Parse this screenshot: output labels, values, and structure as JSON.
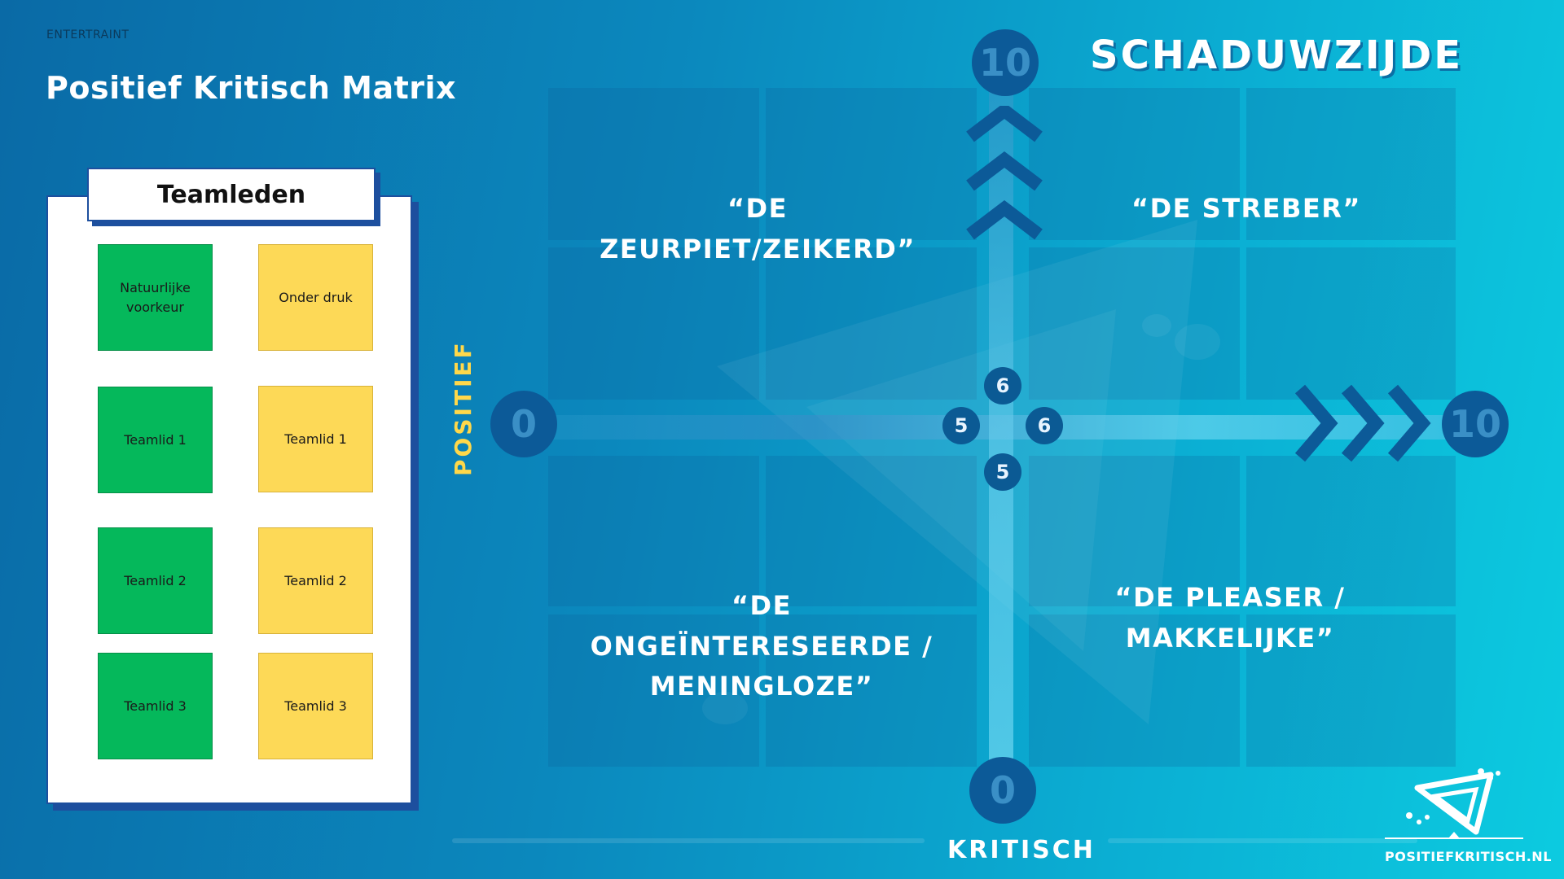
{
  "brand": "ENTERTRAINT",
  "title": "Positief Kritisch Matrix",
  "board": {
    "heading": "Teamleden",
    "notes": [
      {
        "label": "Natuurlijke voorkeur",
        "color": "#05b85b"
      },
      {
        "label": "Onder druk",
        "color": "#fdd957"
      },
      {
        "label": "Teamlid 1",
        "color": "#05b85b"
      },
      {
        "label": "Teamlid 1",
        "color": "#fdd957"
      },
      {
        "label": "Teamlid 2",
        "color": "#05b85b"
      },
      {
        "label": "Teamlid 2",
        "color": "#fdd957"
      },
      {
        "label": "Teamlid 3",
        "color": "#05b85b"
      },
      {
        "label": "Teamlid 3",
        "color": "#fdd957"
      }
    ]
  },
  "matrix": {
    "heading": "SCHADUWZIJDE",
    "x_axis": {
      "label": "POSITIEF",
      "min": "0",
      "max": "10",
      "mid_low": "5",
      "mid_high": "6"
    },
    "y_axis": {
      "label": "KRITISCH",
      "min": "0",
      "max": "10",
      "mid_low": "5",
      "mid_high": "6"
    },
    "quadrants": {
      "top_left": "“DE ZEURPIET/ZEIKERD”",
      "top_right": "“DE STREBER”",
      "bottom_left": "“DE ONGEÏNTERESEERDE / MENINGLOZE”",
      "bottom_right": "“DE PLEASER / MAKKELIJKE”"
    }
  },
  "logo": {
    "text": "POSITIEFKRITISCH.NL",
    "icon": "triangle-logo-icon"
  },
  "colors": {
    "accent": "#0c5a98",
    "green": "#05b85b",
    "yellow": "#fdd957",
    "axis_label": "#ffd84a"
  }
}
